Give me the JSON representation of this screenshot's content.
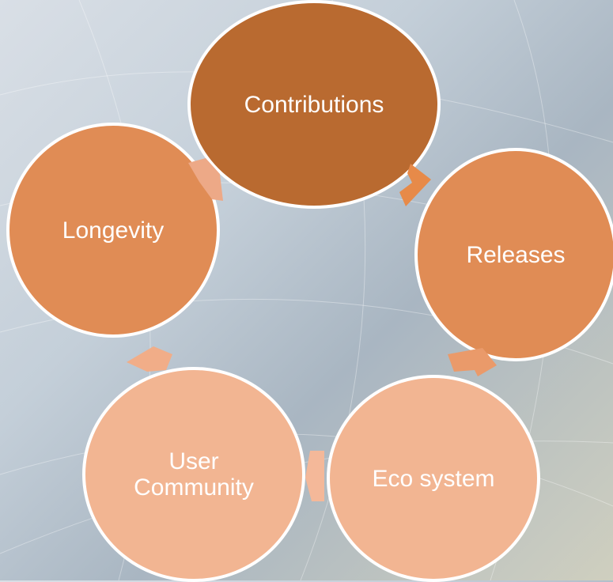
{
  "diagram": {
    "nodes": [
      {
        "id": "contributions",
        "label": "Contributions",
        "color": "#b96a30"
      },
      {
        "id": "releases",
        "label": "Releases",
        "color": "#e08c55"
      },
      {
        "id": "eco-system",
        "label": "Eco system",
        "color": "#f2b592"
      },
      {
        "id": "user-community",
        "label": "User\nCommunity",
        "color": "#f2b592"
      },
      {
        "id": "longevity",
        "label": "Longevity",
        "color": "#e08c55"
      }
    ],
    "arrow_colors": {
      "contributions_to_releases": "#e78a49",
      "releases_to_eco": "#ea9a6a",
      "eco_to_user": "#f4b899",
      "user_to_longevity": "#f1ad88",
      "longevity_to_contributions": "#eda987"
    }
  }
}
